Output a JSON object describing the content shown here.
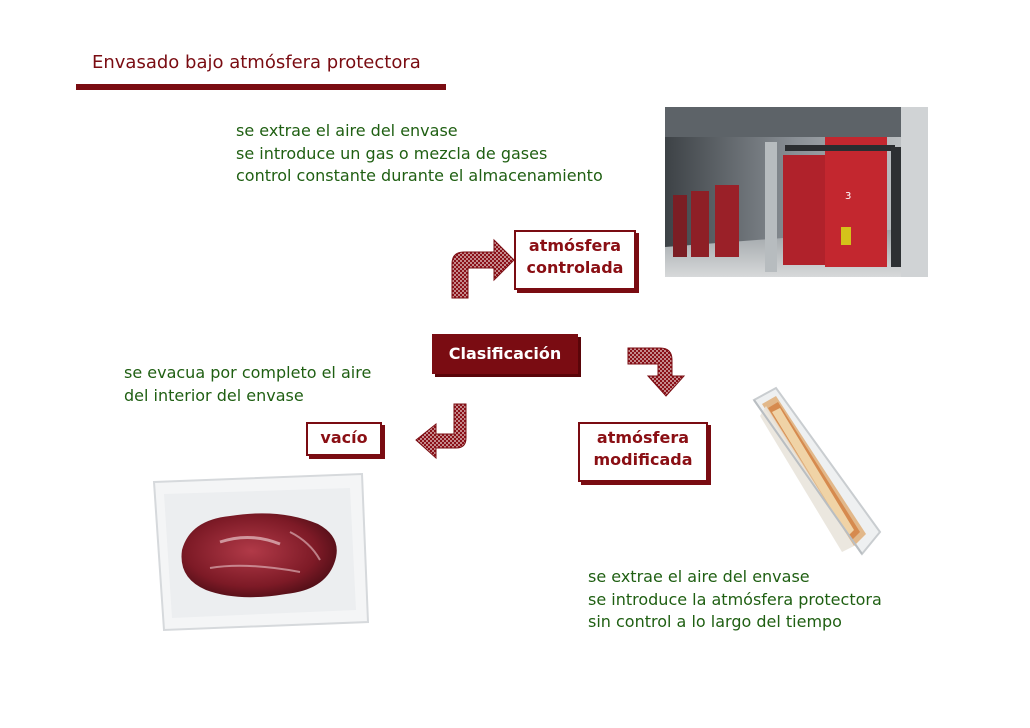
{
  "title": "Envasado bajo atmósfera protectora",
  "top_notes": [
    "se extrae el aire del envase",
    "se introduce un gas o mezcla de gases",
    "control constante durante el almacenamiento"
  ],
  "boxes": {
    "controlada": [
      "atmósfera",
      "controlada"
    ],
    "clasificacion": "Clasificación",
    "vacio": "vacío",
    "modificada": [
      "atmósfera",
      "modificada"
    ]
  },
  "vacio_notes": [
    "se evacua por completo el aire",
    "del interior del envase"
  ],
  "modificada_notes": [
    "se extrae el aire del envase",
    "se introduce la atmósfera protectora",
    "sin control a lo largo del tiempo"
  ],
  "colors": {
    "accent": "#7a0c12",
    "text_green": "#1f5f12"
  },
  "images": [
    "cold-storage-room-photo",
    "vacuum-packed-meat-photo",
    "packaged-sandwich-photo"
  ]
}
